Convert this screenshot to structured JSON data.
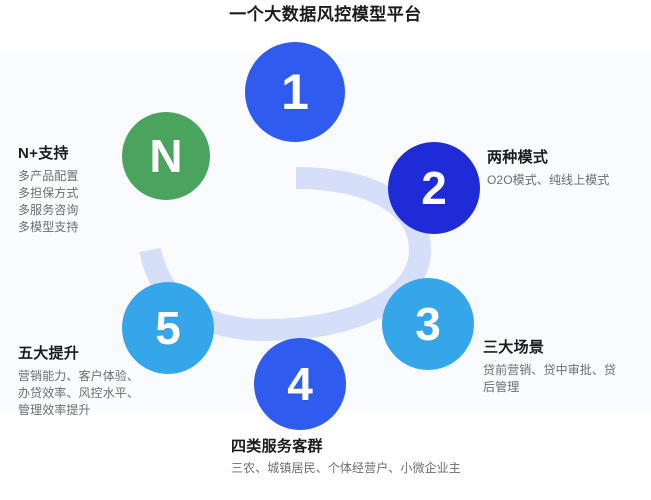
{
  "title": "一个大数据风控模型平台",
  "colors": {
    "background": "#ffffff",
    "panel": "#fafbfe",
    "swoosh": "#d6dffa",
    "green": "#4ba45d",
    "royal_blue": "#2f5cee",
    "deep_blue": "#1e2bd6",
    "sky_blue": "#35a6e9",
    "heading_text": "#1c1c1c",
    "body_text": "#6e6e72"
  },
  "nodes": [
    {
      "id": "n",
      "label": "N",
      "color": "#4ba45d"
    },
    {
      "id": "one",
      "label": "1",
      "color": "#2f5cee"
    },
    {
      "id": "two",
      "label": "2",
      "color": "#1e2bd6"
    },
    {
      "id": "three",
      "label": "3",
      "color": "#35a6e9"
    },
    {
      "id": "four",
      "label": "4",
      "color": "#2f5cee"
    },
    {
      "id": "five",
      "label": "5",
      "color": "#35a6e9"
    }
  ],
  "blocks": {
    "n_support": {
      "heading": "N+支持",
      "lines": [
        "多产品配置",
        "多担保方式",
        "多服务咨询",
        "多模型支持"
      ]
    },
    "two_modes": {
      "heading": "两种模式",
      "lines": [
        "O2O模式、纯线上模式"
      ]
    },
    "three_scenes": {
      "heading": "三大场景",
      "lines": [
        "贷前营销、贷中审批、贷",
        "后管理"
      ]
    },
    "four_customers": {
      "heading": "四类服务客群",
      "lines": [
        "三农、城镇居民、个体经营户、小微企业主"
      ]
    },
    "five_improvements": {
      "heading": "五大提升",
      "lines": [
        "营销能力、客户体验、",
        "办贷效率、风控水平、",
        "管理效率提升"
      ]
    }
  },
  "chart_data": {
    "type": "diagram",
    "title": "一个大数据风控模型平台",
    "layout": "circular-ring of numbered nodes with S-curve connector",
    "items": [
      {
        "node": "N",
        "heading": "N+支持",
        "detail": "多产品配置、多担保方式、多服务咨询、多模型支持"
      },
      {
        "node": "1",
        "heading": "一个大数据风控模型平台",
        "detail": ""
      },
      {
        "node": "2",
        "heading": "两种模式",
        "detail": "O2O模式、纯线上模式"
      },
      {
        "node": "3",
        "heading": "三大场景",
        "detail": "贷前营销、贷中审批、贷后管理"
      },
      {
        "node": "4",
        "heading": "四类服务客群",
        "detail": "三农、城镇居民、个体经营户、小微企业主"
      },
      {
        "node": "5",
        "heading": "五大提升",
        "detail": "营销能力、客户体验、办贷效率、风控水平、管理效率提升"
      }
    ]
  }
}
